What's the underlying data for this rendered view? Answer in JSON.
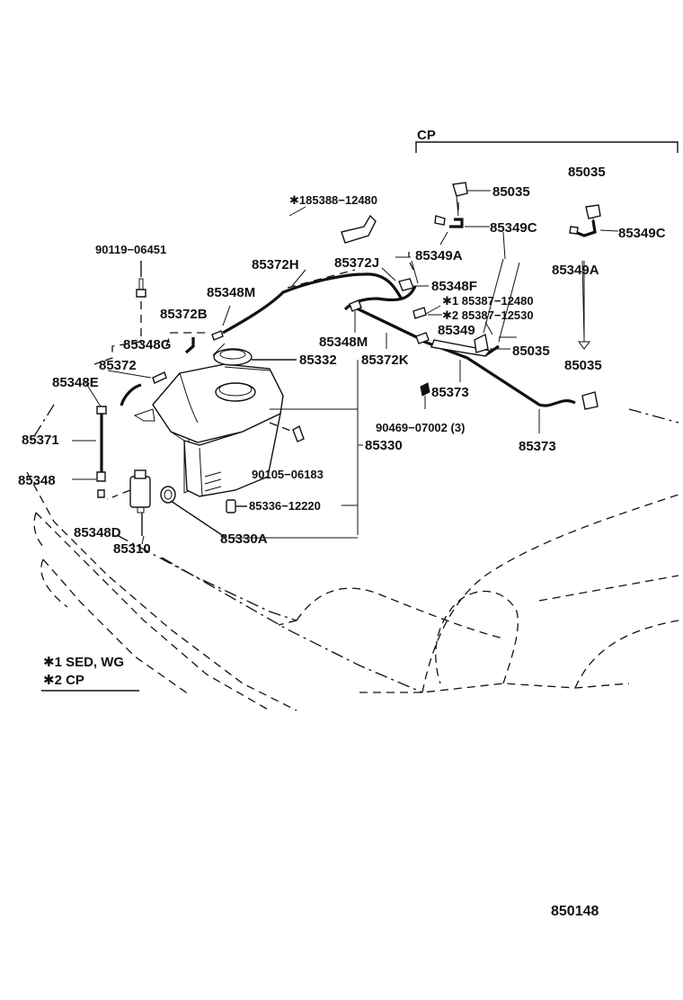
{
  "header": {
    "cp_bracket_label": "CP"
  },
  "labels": {
    "p85035_top": "85035",
    "p85035_right": "85035",
    "p85388": "✱185388−12480",
    "p85349C_mid": "85349C",
    "p85349C_right": "85349C",
    "p90119": "90119−06451",
    "p85372H": "85372H",
    "p85372J": "85372J",
    "p85349A_mid": "85349A",
    "p85349A_right": "85349A",
    "p85348M_top": "85348M",
    "p85348F": "85348F",
    "p85387_1": "✱1 85387−12480",
    "p85387_2": "✱2 85387−12530",
    "p85372B": "85372B",
    "p85348M_mid": "85348M",
    "p85349_mid": "85349",
    "p85348G": "85348G",
    "p85035_mid": "85035",
    "p85035_right2": "85035",
    "p85332": "85332",
    "p85372K": "85372K",
    "p85372": "85372",
    "p85348E": "85348E",
    "p85373_mid": "85373",
    "p90469": "90469−07002 (3)",
    "p85371": "85371",
    "p85373_low": "85373",
    "p85330": "85330",
    "p90105": "90105−06183",
    "p85348": "85348",
    "p85336": "85336−12220",
    "p85348D": "85348D",
    "p85330A": "85330A",
    "p85310": "85310"
  },
  "legend": {
    "note1": "✱1 SED, WG",
    "note2": "✱2 CP"
  },
  "figure_id": "850148"
}
